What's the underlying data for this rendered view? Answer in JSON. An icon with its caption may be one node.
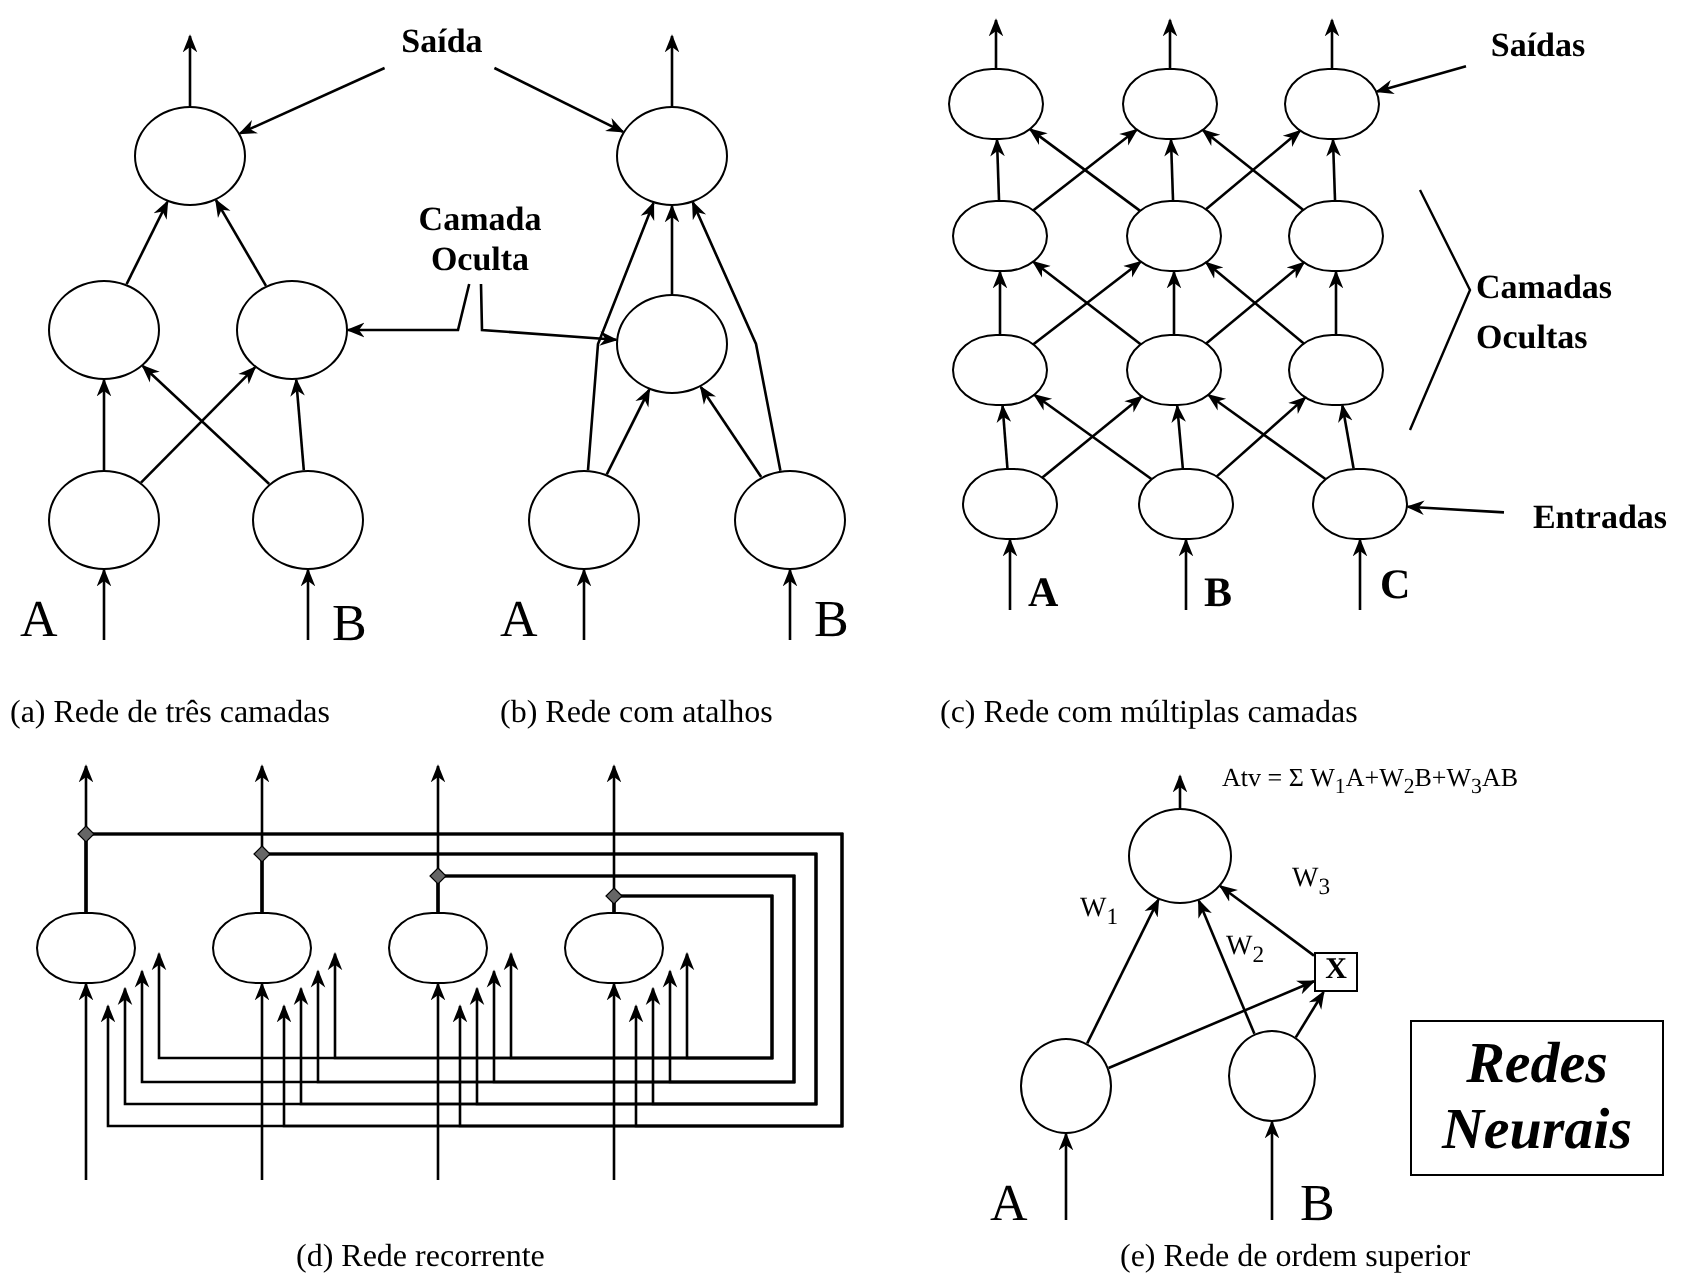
{
  "diagram": {
    "nodes": [
      {
        "text": [
          "Saída"
        ]
      },
      {
        "text": [
          "Camada Oculta"
        ]
      },
      {
        "text": [
          "Saídas"
        ]
      },
      {
        "text": [
          "Entradas"
        ]
      },
      {
        "text": [],
        "shape": "circle"
      },
      {
        "text": [],
        "shape": "circle"
      },
      {
        "text": [],
        "shape": "circle"
      },
      {
        "text": [],
        "shape": "circle"
      },
      {
        "text": [],
        "shape": "circle"
      },
      {
        "text": [],
        "shape": "circle"
      },
      {
        "text": [],
        "shape": "circle"
      },
      {
        "text": [],
        "shape": "circle"
      },
      {
        "text": [],
        "shape": "circle"
      },
      {
        "text": [],
        "shape": "oval"
      },
      {
        "text": [],
        "shape": "oval"
      },
      {
        "text": [],
        "shape": "oval"
      },
      {
        "text": [],
        "shape": "oval"
      },
      {
        "text": [],
        "shape": "oval"
      },
      {
        "text": [],
        "shape": "oval"
      },
      {
        "text": [],
        "shape": "oval"
      },
      {
        "text": [],
        "shape": "oval"
      },
      {
        "text": [],
        "shape": "oval"
      },
      {
        "text": [],
        "shape": "oval"
      },
      {
        "text": [],
        "shape": "oval"
      },
      {
        "text": [],
        "shape": "oval"
      },
      {
        "text": [],
        "shape": "oval"
      },
      {
        "text": [],
        "shape": "oval"
      },
      {
        "text": [],
        "shape": "oval"
      },
      {
        "text": [],
        "shape": "oval"
      },
      {
        "text": [],
        "shape": "circle"
      },
      {
        "text": [
          "X"
        ]
      },
      {
        "text": [],
        "shape": "circle"
      },
      {
        "text": [],
        "shape": "circle"
      },
      {
        "text": [
          "Redes Neurais"
        ]
      }
    ],
    "edges": [
      {
        "from": 0,
        "to": 4,
        "arrow": "to"
      },
      {
        "from": 0,
        "to": 9,
        "arrow": "to"
      },
      {
        "from": 1,
        "to": 6,
        "arrow": "to"
      },
      {
        "from": 1,
        "to": 10,
        "arrow": "to"
      },
      {
        "from": 2,
        "to": 15,
        "arrow": "to"
      },
      {
        "from": 3,
        "to": 24,
        "arrow": "to"
      },
      {
        "from": 4,
        "to": null,
        "arrow": "to"
      },
      {
        "from": 5,
        "to": 4,
        "arrow": "to"
      },
      {
        "from": 6,
        "to": 4,
        "arrow": "to"
      },
      {
        "from": 7,
        "to": 5,
        "arrow": "to"
      },
      {
        "from": 7,
        "to": 6,
        "arrow": "to"
      },
      {
        "from": 8,
        "to": 5,
        "arrow": "to"
      },
      {
        "from": 8,
        "to": 6,
        "arrow": "to"
      },
      {
        "from": null,
        "to": 7,
        "arrow": "to",
        "label": "A"
      },
      {
        "from": null,
        "to": 8,
        "arrow": "to",
        "label": "B"
      },
      {
        "from": 9,
        "to": null,
        "arrow": "to"
      },
      {
        "from": 10,
        "to": 9,
        "arrow": "to"
      },
      {
        "from": 11,
        "to": 10,
        "arrow": "to"
      },
      {
        "from": 12,
        "to": 10,
        "arrow": "to"
      },
      {
        "from": 11,
        "to": 9,
        "arrow": "to"
      },
      {
        "from": 12,
        "to": 9,
        "arrow": "to"
      },
      {
        "from": null,
        "to": 11,
        "arrow": "to",
        "label": "A"
      },
      {
        "from": null,
        "to": 12,
        "arrow": "to",
        "label": "B"
      },
      {
        "from": 13,
        "to": null,
        "arrow": "to"
      },
      {
        "from": 14,
        "to": null,
        "arrow": "to"
      },
      {
        "from": 15,
        "to": null,
        "arrow": "to"
      },
      {
        "from": 16,
        "to": 13,
        "arrow": "to"
      },
      {
        "from": 16,
        "to": 14,
        "arrow": "to"
      },
      {
        "from": 17,
        "to": 13,
        "arrow": "to"
      },
      {
        "from": 17,
        "to": 14,
        "arrow": "to"
      },
      {
        "from": 17,
        "to": 15,
        "arrow": "to"
      },
      {
        "from": 18,
        "to": 14,
        "arrow": "to"
      },
      {
        "from": 18,
        "to": 15,
        "arrow": "to"
      },
      {
        "from": 19,
        "to": 16,
        "arrow": "to"
      },
      {
        "from": 19,
        "to": 17,
        "arrow": "to"
      },
      {
        "from": 20,
        "to": 16,
        "arrow": "to"
      },
      {
        "from": 20,
        "to": 17,
        "arrow": "to"
      },
      {
        "from": 20,
        "to": 18,
        "arrow": "to"
      },
      {
        "from": 21,
        "to": 17,
        "arrow": "to"
      },
      {
        "from": 21,
        "to": 18,
        "arrow": "to"
      },
      {
        "from": 22,
        "to": 19,
        "arrow": "to"
      },
      {
        "from": 22,
        "to": 20,
        "arrow": "to"
      },
      {
        "from": 23,
        "to": 19,
        "arrow": "to"
      },
      {
        "from": 23,
        "to": 20,
        "arrow": "to"
      },
      {
        "from": 23,
        "to": 21,
        "arrow": "to"
      },
      {
        "from": 24,
        "to": 20,
        "arrow": "to"
      },
      {
        "from": 24,
        "to": 21,
        "arrow": "to"
      },
      {
        "from": null,
        "to": 22,
        "arrow": "to",
        "label": "A"
      },
      {
        "from": null,
        "to": 23,
        "arrow": "to",
        "label": "B"
      },
      {
        "from": null,
        "to": 24,
        "arrow": "to",
        "label": "C"
      },
      {
        "from": 25,
        "to": null,
        "arrow": "to"
      },
      {
        "from": 26,
        "to": null,
        "arrow": "to"
      },
      {
        "from": 27,
        "to": null,
        "arrow": "to"
      },
      {
        "from": 28,
        "to": null,
        "arrow": "to"
      },
      {
        "from": null,
        "to": 25,
        "arrow": "to"
      },
      {
        "from": null,
        "to": 26,
        "arrow": "to"
      },
      {
        "from": null,
        "to": 27,
        "arrow": "to"
      },
      {
        "from": null,
        "to": 28,
        "arrow": "to"
      },
      {
        "from": 25,
        "to": 25,
        "arrow": "to"
      },
      {
        "from": 25,
        "to": 26,
        "arrow": "to"
      },
      {
        "from": 25,
        "to": 27,
        "arrow": "to"
      },
      {
        "from": 25,
        "to": 28,
        "arrow": "to"
      },
      {
        "from": 26,
        "to": 25,
        "arrow": "to"
      },
      {
        "from": 26,
        "to": 26,
        "arrow": "to"
      },
      {
        "from": 26,
        "to": 27,
        "arrow": "to"
      },
      {
        "from": 26,
        "to": 28,
        "arrow": "to"
      },
      {
        "from": 27,
        "to": 25,
        "arrow": "to"
      },
      {
        "from": 27,
        "to": 26,
        "arrow": "to"
      },
      {
        "from": 27,
        "to": 27,
        "arrow": "to"
      },
      {
        "from": 27,
        "to": 28,
        "arrow": "to"
      },
      {
        "from": 28,
        "to": 25,
        "arrow": "to"
      },
      {
        "from": 28,
        "to": 26,
        "arrow": "to"
      },
      {
        "from": 28,
        "to": 27,
        "arrow": "to"
      },
      {
        "from": 28,
        "to": 28,
        "arrow": "to"
      },
      {
        "from": 29,
        "to": null,
        "arrow": "to"
      },
      {
        "from": 31,
        "to": 29,
        "arrow": "to",
        "label": "W$_{1}$"
      },
      {
        "from": 32,
        "to": 29,
        "arrow": "to",
        "label": "W$_{2}$"
      },
      {
        "from": 30,
        "to": 29,
        "arrow": "to",
        "label": "W$_{3}$"
      },
      {
        "from": 31,
        "to": 30,
        "arrow": "to"
      },
      {
        "from": 32,
        "to": 30,
        "arrow": "to"
      },
      {
        "from": null,
        "to": 31,
        "arrow": "to",
        "label": "A"
      },
      {
        "from": null,
        "to": 32,
        "arrow": "to",
        "label": "B"
      }
    ],
    "labels": [
      "Camadas Ocultas",
      "(a) Rede de três camadas",
      "(b) Rede com atalhos",
      "(c) Rede com múltiplas camadas",
      "Atv = Σ W$_{1}$A+W$_{2}$B+W$_{3}$AB",
      "(d) Rede recorrente",
      "(e) Rede de ordem superior"
    ]
  }
}
